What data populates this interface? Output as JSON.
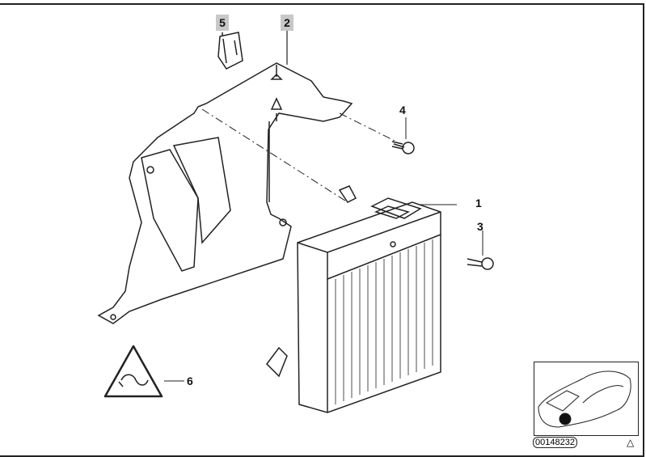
{
  "callouts": [
    {
      "id": "1",
      "label": "1",
      "highlighted": false
    },
    {
      "id": "2",
      "label": "2",
      "highlighted": true
    },
    {
      "id": "3",
      "label": "3",
      "highlighted": false
    },
    {
      "id": "4",
      "label": "4",
      "highlighted": false
    },
    {
      "id": "5",
      "label": "5",
      "highlighted": true
    },
    {
      "id": "6",
      "label": "6",
      "highlighted": false
    }
  ],
  "diagram_number": "00148232",
  "colors": {
    "highlight": "#c8c8c8",
    "line": "#222222"
  }
}
